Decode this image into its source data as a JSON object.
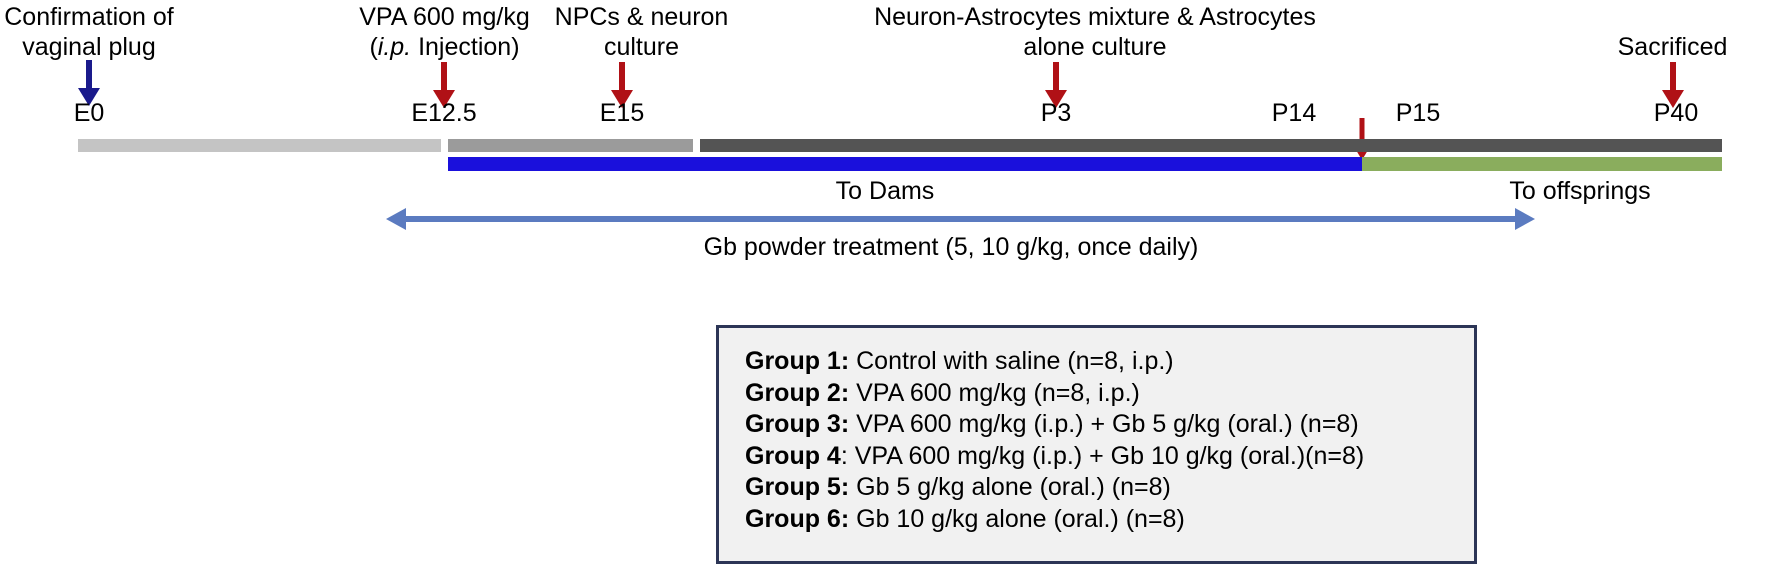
{
  "colors": {
    "arrow_blue": "#1a1a8c",
    "arrow_red": "#b01116",
    "bar_light_gray": "#c4c4c4",
    "bar_mid_gray": "#9b9b9b",
    "bar_dark_gray": "#545454",
    "bar_blue": "#1a10dc",
    "bar_green": "#8aad5d",
    "gb_arrow_blue": "#5b7bc0",
    "legend_border": "#2c3556",
    "legend_fill": "#f1f1f1"
  },
  "events": [
    {
      "line1": "Confirmation of",
      "line2": "vaginal plug",
      "arrow_color_name": "arrow_blue",
      "stage": "E0"
    },
    {
      "line1": "VPA 600 mg/kg",
      "line2_pre": "(",
      "line2_em": "i.p.",
      "line2_post": " Injection)",
      "arrow_color_name": "arrow_red",
      "stage": "E12.5"
    },
    {
      "line1": "NPCs & neuron",
      "line2": "culture",
      "arrow_color_name": "arrow_red",
      "stage": "E15"
    },
    {
      "line1": "Neuron-Astrocytes mixture & Astrocytes",
      "line2": "alone culture",
      "arrow_color_name": "arrow_red",
      "stage": "P3"
    },
    {
      "line1": "Sacrificed",
      "line2": "",
      "arrow_color_name": "arrow_red",
      "stage": "P40"
    }
  ],
  "ticks": [
    {
      "label": "E0"
    },
    {
      "label": "E12.5"
    },
    {
      "label": "E15"
    },
    {
      "label": "P3"
    },
    {
      "label": "P14"
    },
    {
      "label": "P15"
    },
    {
      "label": "P40"
    }
  ],
  "phases": [
    {
      "label": "To Dams"
    },
    {
      "label": "To offsprings"
    }
  ],
  "gb_treatment": {
    "caption": "Gb powder treatment (5, 10 g/kg, once daily)"
  },
  "legend": {
    "rows": [
      {
        "name": "Group 1:",
        "text": " Control with saline (n=8, i.p.)"
      },
      {
        "name": "Group 2:",
        "text": " VPA 600 mg/kg (n=8, i.p.)"
      },
      {
        "name": "Group 3:",
        "text": " VPA 600 mg/kg (i.p.) + Gb 5 g/kg (oral.) (n=8)"
      },
      {
        "name": "Group 4",
        "text": ": VPA 600 mg/kg (i.p.) + Gb 10 g/kg (oral.)(n=8)"
      },
      {
        "name": "Group 5:",
        "text": " Gb 5 g/kg alone (oral.) (n=8)"
      },
      {
        "name": "Group 6:",
        "text": " Gb 10 g/kg alone (oral.) (n=8)"
      }
    ]
  }
}
